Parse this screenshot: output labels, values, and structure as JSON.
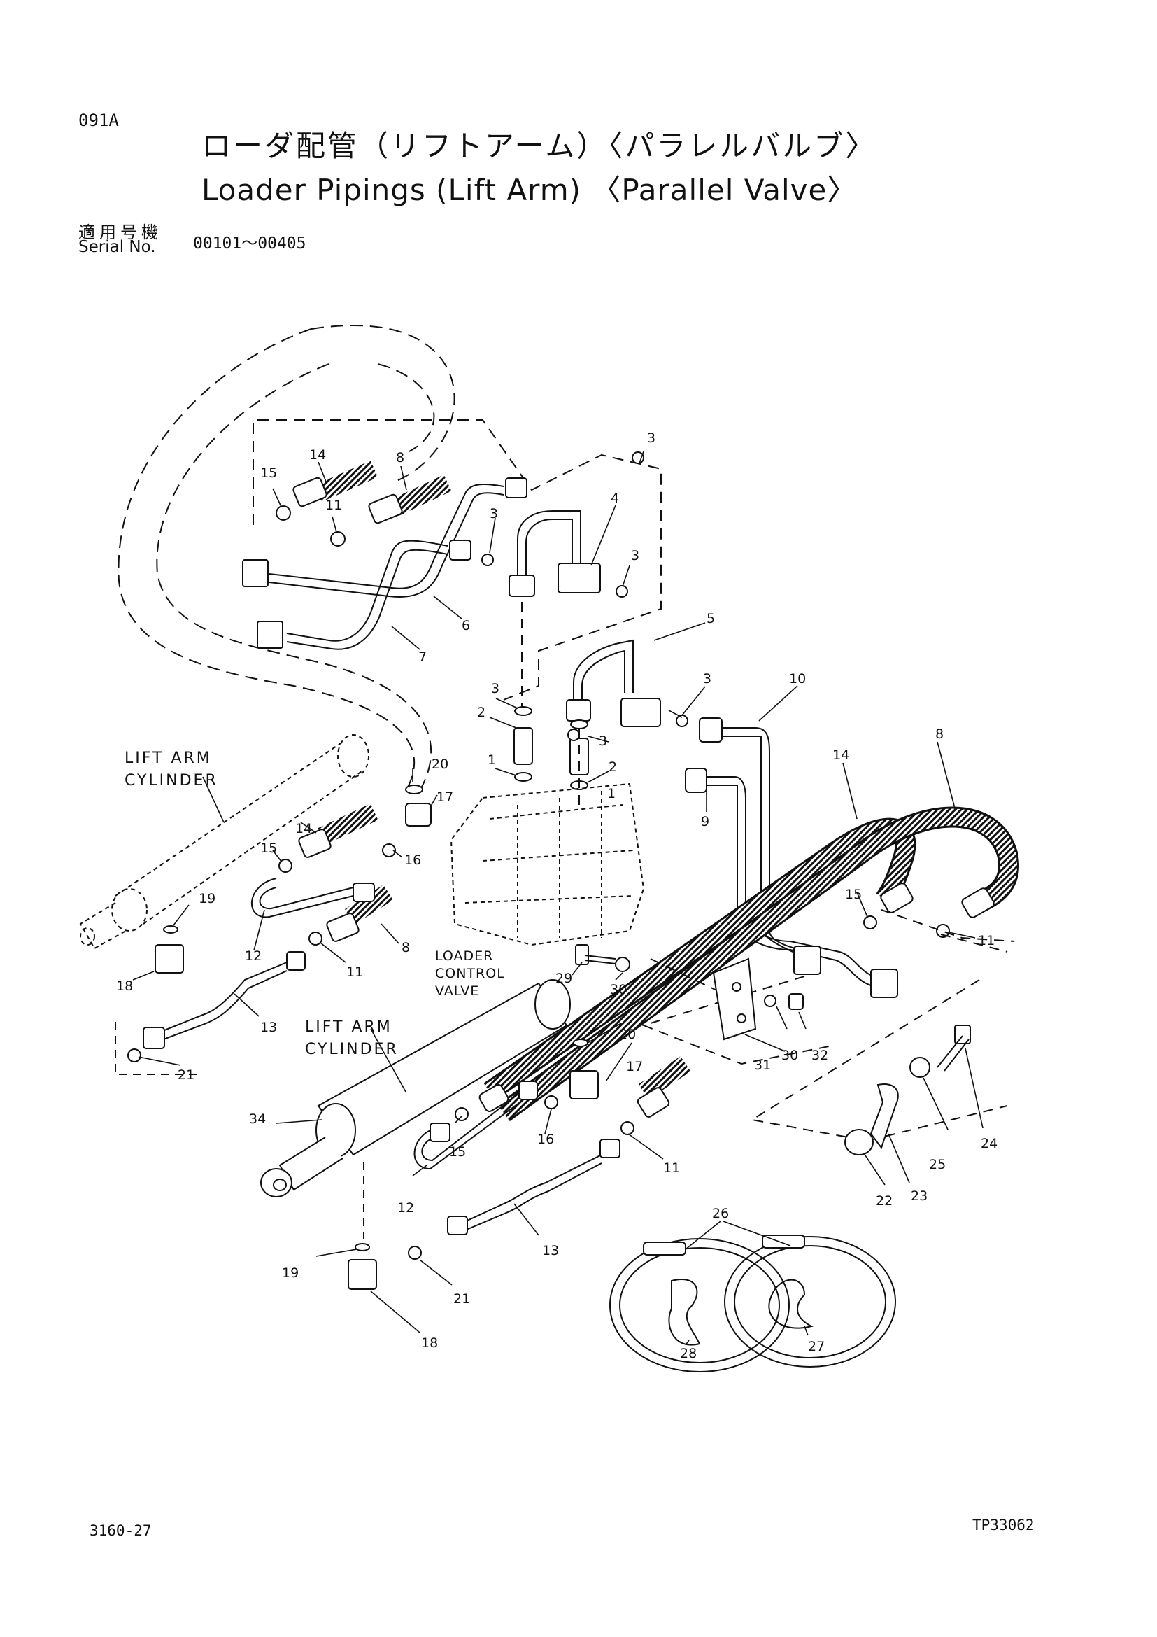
{
  "header": {
    "page_code": "091A",
    "title_jp": "ローダ配管（リフトアーム）〈パラレルバルブ〉",
    "title_en": "Loader Pipings (Lift Arm) 〈Parallel Valve〉",
    "serial_label_jp": "適用号機",
    "serial_label_en": "Serial No.",
    "serial_range": "00101～00405"
  },
  "labels": {
    "lift_arm_cylinder_upper": [
      "LIFT ARM",
      "CYLINDER"
    ],
    "lift_arm_cylinder_lower": [
      "LIFT ARM",
      "CYLINDER"
    ],
    "loader_control_valve": [
      "LOADER",
      "CONTROL",
      "VALVE"
    ]
  },
  "callouts": {
    "c1a": "1",
    "c1b": "1",
    "c2a": "2",
    "c2b": "2",
    "c3a": "3",
    "c3b": "3",
    "c3c": "3",
    "c3d": "3",
    "c3e": "3",
    "c3f": "3",
    "c4": "4",
    "c5": "5",
    "c6": "6",
    "c7": "7",
    "c8a": "8",
    "c8b": "8",
    "c8c": "8",
    "c9": "9",
    "c10": "10",
    "c11a": "11",
    "c11b": "11",
    "c11c": "11",
    "c11d": "11",
    "c12a": "12",
    "c12b": "12",
    "c13a": "13",
    "c13b": "13",
    "c14a": "14",
    "c14b": "14",
    "c14c": "14",
    "c15a": "15",
    "c15b": "15",
    "c15c": "15",
    "c15d": "15",
    "c16a": "16",
    "c16b": "16",
    "c17a": "17",
    "c17b": "17",
    "c18a": "18",
    "c18b": "18",
    "c19a": "19",
    "c19b": "19",
    "c20a": "20",
    "c20b": "20",
    "c21a": "21",
    "c21b": "21",
    "c22": "22",
    "c23": "23",
    "c24": "24",
    "c25": "25",
    "c26": "26",
    "c27": "27",
    "c28": "28",
    "c29": "29",
    "c30a": "30",
    "c30b": "30",
    "c31": "31",
    "c32": "32",
    "c34": "34"
  },
  "footer": {
    "left": "3160-27",
    "right": "TP33062"
  }
}
